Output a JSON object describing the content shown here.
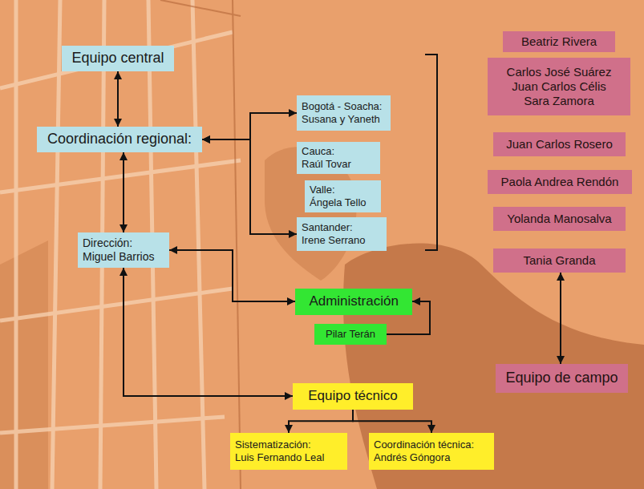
{
  "diagram": {
    "nodes": [
      {
        "text": [
          "Equipo central"
        ]
      },
      {
        "text": [
          "Coordinación regional:"
        ]
      },
      {
        "text": [
          "Dirección: Miguel Barrios"
        ]
      },
      {
        "text": [
          "Bogotá - Soacha: Susana y Yaneth"
        ]
      },
      {
        "text": [
          "Cauca: Raúl Tovar"
        ]
      },
      {
        "text": [
          "Valle: Ángela Tello"
        ]
      },
      {
        "text": [
          "Santander: Irene Serrano"
        ]
      },
      {
        "text": [
          "Administración"
        ]
      },
      {
        "text": [
          "Pilar Terán"
        ]
      },
      {
        "text": [
          "Equipo técnico"
        ]
      },
      {
        "text": [
          "Sistematización: Luis Fernando Leal"
        ]
      },
      {
        "text": [
          "Coordinación técnica: Andrés Góngora"
        ]
      },
      {
        "text": [
          "Beatriz Rivera"
        ]
      },
      {
        "text": [
          "Carlos José Suárez Juan Carlos Célis Sara Zamora"
        ]
      },
      {
        "text": [
          "Juan Carlos Rosero"
        ]
      },
      {
        "text": [
          "Paola Andrea Rendón"
        ]
      },
      {
        "text": [
          "Yolanda Manosalva"
        ]
      },
      {
        "text": [
          "Tania Granda"
        ]
      },
      {
        "text": [
          "Equipo de campo"
        ]
      }
    ],
    "edges": [
      {
        "from": 0,
        "to": 1,
        "arrow": "both"
      },
      {
        "from": 1,
        "to": 2,
        "arrow": "both"
      },
      {
        "from": 1,
        "to": 3,
        "arrow": "both"
      },
      {
        "from": 1,
        "to": 6,
        "arrow": "both"
      },
      {
        "from": 2,
        "to": 7,
        "arrow": "both"
      },
      {
        "from": 8,
        "to": 7,
        "arrow": "to"
      },
      {
        "from": 2,
        "to": 9,
        "arrow": "both"
      },
      {
        "from": 9,
        "to": 10,
        "arrow": "to"
      },
      {
        "from": 9,
        "to": 11,
        "arrow": "to"
      },
      {
        "from": 17,
        "to": 18,
        "arrow": "both"
      }
    ]
  }
}
